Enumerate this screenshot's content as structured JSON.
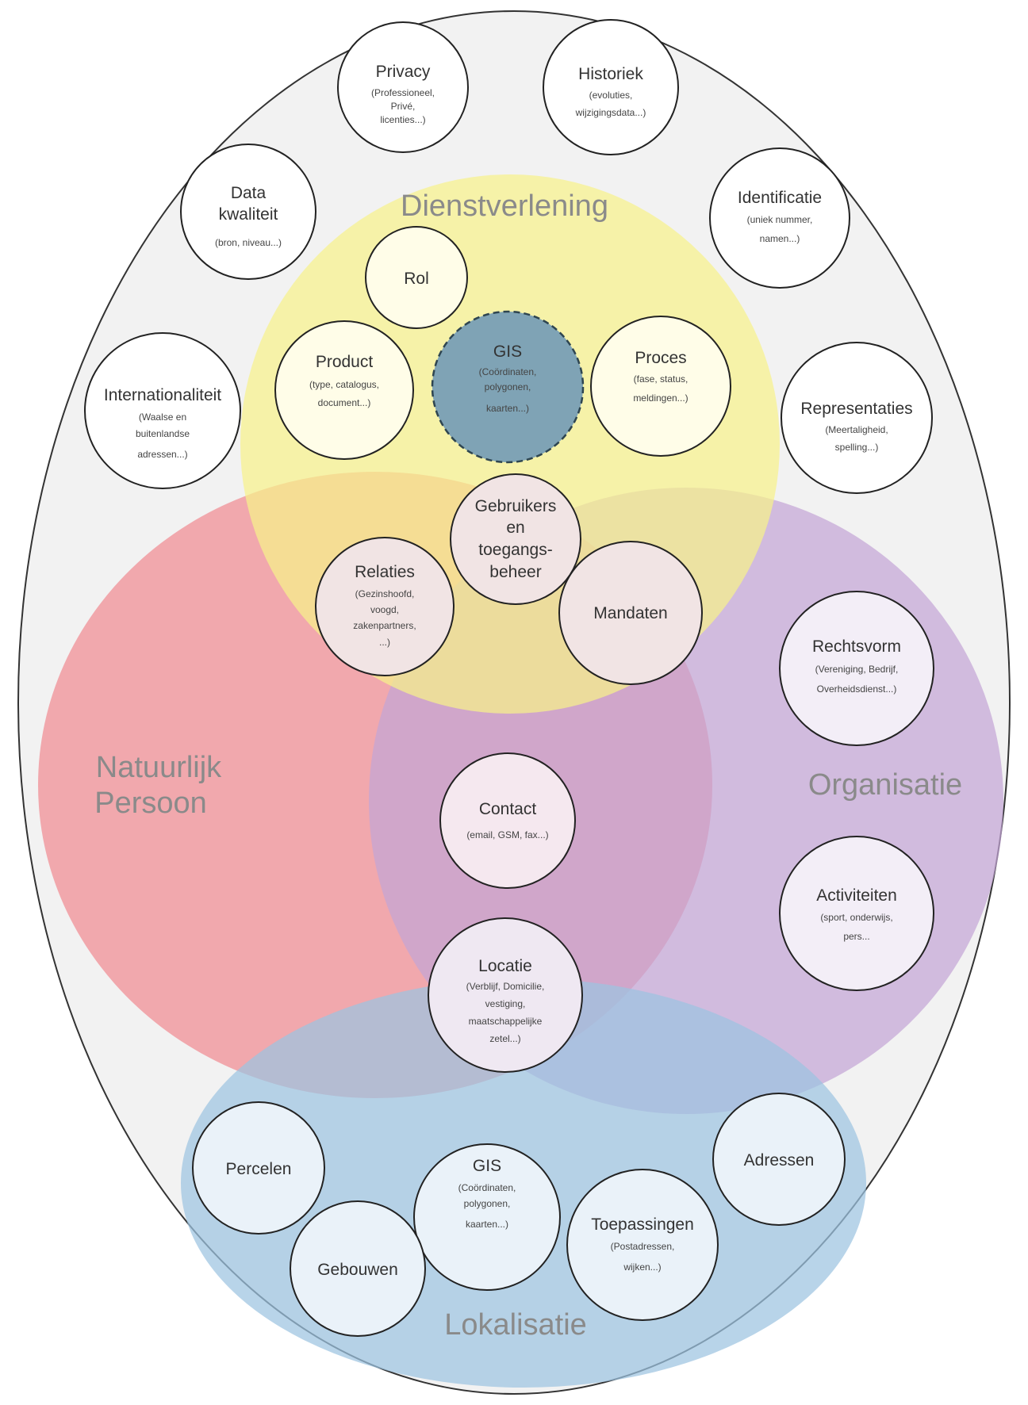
{
  "colors": {
    "outer_fill": "#f2f2f2",
    "dienstverlening": "#f7f18a",
    "natuurlijk_persoon": "#f08a92",
    "organisatie": "#c3a5d6",
    "lokalisatie": "#9cc3e0",
    "zone_text": "#8a8a8a",
    "gis_center": "#7fa3b5"
  },
  "zones": {
    "dienstverlening": "Dienstverlening",
    "natuurlijk_persoon_1": "Natuurlijk",
    "natuurlijk_persoon_2": "Persoon",
    "organisatie": "Organisatie",
    "lokalisatie": "Lokalisatie"
  },
  "nodes": {
    "privacy": {
      "title": "Privacy",
      "sub": [
        "(Professioneel,",
        "Privé,",
        "licenties...)"
      ]
    },
    "historiek": {
      "title": "Historiek",
      "sub": [
        "(evoluties,",
        "wijzigingsdata...)"
      ]
    },
    "data_kwaliteit": {
      "title1": "Data",
      "title2": "kwaliteit",
      "sub": [
        "(bron, niveau...)"
      ]
    },
    "identificatie": {
      "title": "Identificatie",
      "sub": [
        "(uniek nummer,",
        "namen...)"
      ]
    },
    "rol": {
      "title": "Rol"
    },
    "product": {
      "title": "Product",
      "sub": [
        "(type, catalogus,",
        "document...)"
      ]
    },
    "gis_top": {
      "title": "GIS",
      "sub": [
        "(Coördinaten,",
        "polygonen,",
        "kaarten...)"
      ]
    },
    "proces": {
      "title": "Proces",
      "sub": [
        "(fase, status,",
        "meldingen...)"
      ]
    },
    "internationaliteit": {
      "title": "Internationaliteit",
      "sub": [
        "(Waalse en",
        "buitenlandse",
        "adressen...)"
      ]
    },
    "representaties": {
      "title": "Representaties",
      "sub": [
        "(Meertaligheid,",
        "spelling...)"
      ]
    },
    "gebruikers": {
      "lines": [
        "Gebruikers",
        "en",
        "toegangs-",
        "beheer"
      ]
    },
    "relaties": {
      "title": "Relaties",
      "sub": [
        "(Gezinshoofd,",
        "voogd,",
        "zakenpartners,",
        "...)"
      ]
    },
    "mandaten": {
      "title": "Mandaten"
    },
    "rechtsvorm": {
      "title": "Rechtsvorm",
      "sub": [
        "(Vereniging, Bedrijf,",
        "Overheidsdienst...)"
      ]
    },
    "contact": {
      "title": "Contact",
      "sub": [
        "(email, GSM, fax...)"
      ]
    },
    "activiteiten": {
      "title": "Activiteiten",
      "sub": [
        "(sport, onderwijs,",
        "pers..."
      ]
    },
    "locatie": {
      "title": "Locatie",
      "sub": [
        "(Verblijf, Domicilie,",
        "vestiging,",
        "maatschappelijke",
        "zetel...)"
      ]
    },
    "percelen": {
      "title": "Percelen"
    },
    "gis_bottom": {
      "title": "GIS",
      "sub": [
        "(Coördinaten,",
        "polygonen,",
        "kaarten...)"
      ]
    },
    "adressen": {
      "title": "Adressen"
    },
    "toepassingen": {
      "title": "Toepassingen",
      "sub": [
        "(Postadressen,",
        "wijken...)"
      ]
    },
    "gebouwen": {
      "title": "Gebouwen"
    }
  }
}
